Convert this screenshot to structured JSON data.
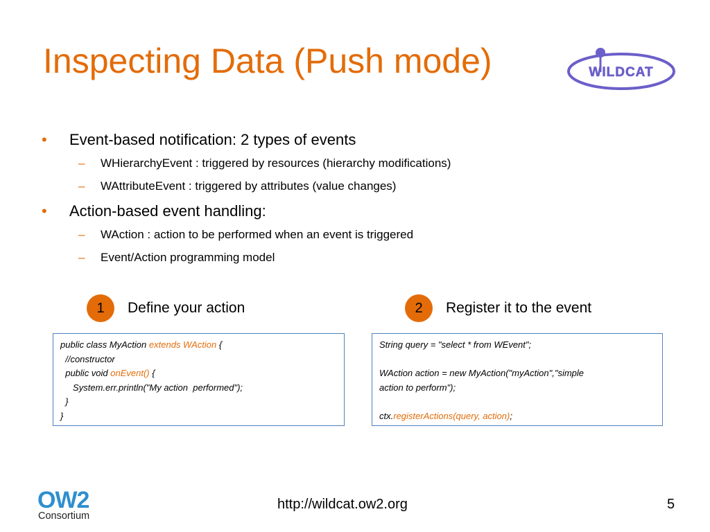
{
  "slide": {
    "title": "Inspecting Data (Push mode)",
    "logo_text": "WILDCAT",
    "bullets": [
      {
        "text": "Event-based notification: 2 types of events",
        "sub": [
          "WHierarchyEvent : triggered by resources (hierarchy modifications)",
          "WAttributeEvent : triggered by attributes (value changes)"
        ]
      },
      {
        "text": "Action-based event handling:",
        "sub": [
          "WAction : action to be performed when an event is triggered",
          "Event/Action programming model"
        ]
      }
    ],
    "bullet_glyph": "•",
    "sub_glyph": "–",
    "steps": [
      {
        "number": "1",
        "label": "Define your action"
      },
      {
        "number": "2",
        "label": "Register it to the event"
      }
    ],
    "code1": {
      "line1_a": "public class MyAction ",
      "line1_b": "extends WAction",
      "line1_c": " {",
      "line2": "  //constructor",
      "line3_a": "  public void ",
      "line3_b": "onEvent()",
      "line3_c": " {",
      "line4": "     System.err.println(\"My action  performed\");",
      "line5": "  }",
      "line6": "}"
    },
    "code2": {
      "line1": "String query = \"select * from WEvent\";",
      "line2": "",
      "line3": "WAction action = new MyAction(\"myAction\",\"simple",
      "line4": "action to perform\");",
      "line5": "",
      "line6_a": "ctx.",
      "line6_b": "registerActions(query, action)",
      "line6_c": ";"
    },
    "footer": {
      "url": "http://wildcat.ow2.org",
      "page": "5",
      "ow2_text": "OW2",
      "consortium_text": "Consortium"
    }
  },
  "colors": {
    "accent": "#e36c09",
    "logo_purple": "#6b5fc9",
    "ow2_blue": "#2f8fcf",
    "ow2_orange": "#f39200",
    "box_border": "#4f81bd"
  }
}
